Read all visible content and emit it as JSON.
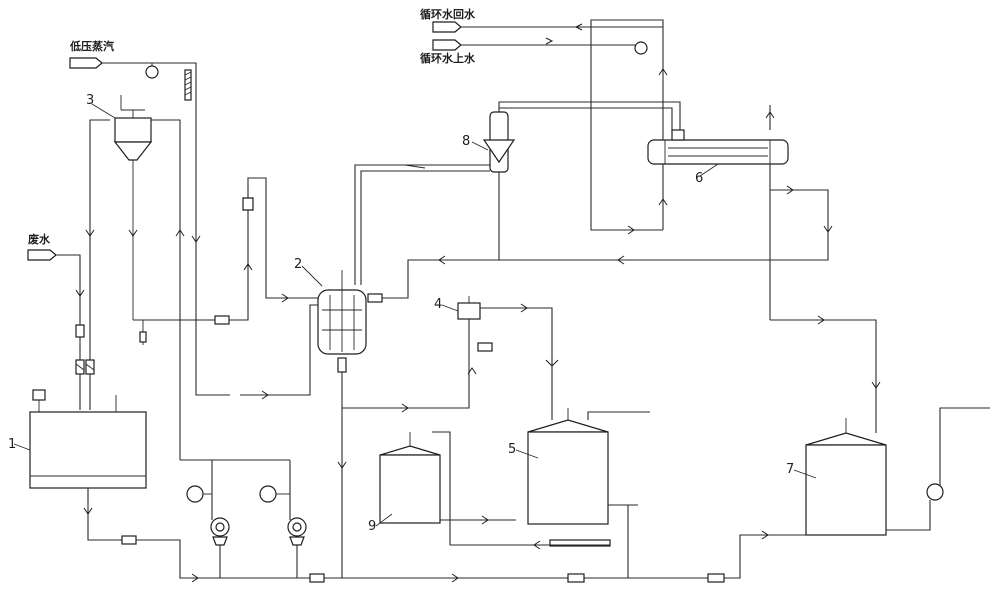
{
  "inputs": {
    "steam": "低压蒸汽",
    "wastewater": "废水",
    "cw_return": "循环水回水",
    "cw_supply": "循环水上水"
  },
  "equipment_labels": [
    "1",
    "2",
    "3",
    "4",
    "5",
    "6",
    "7",
    "8",
    "9"
  ]
}
